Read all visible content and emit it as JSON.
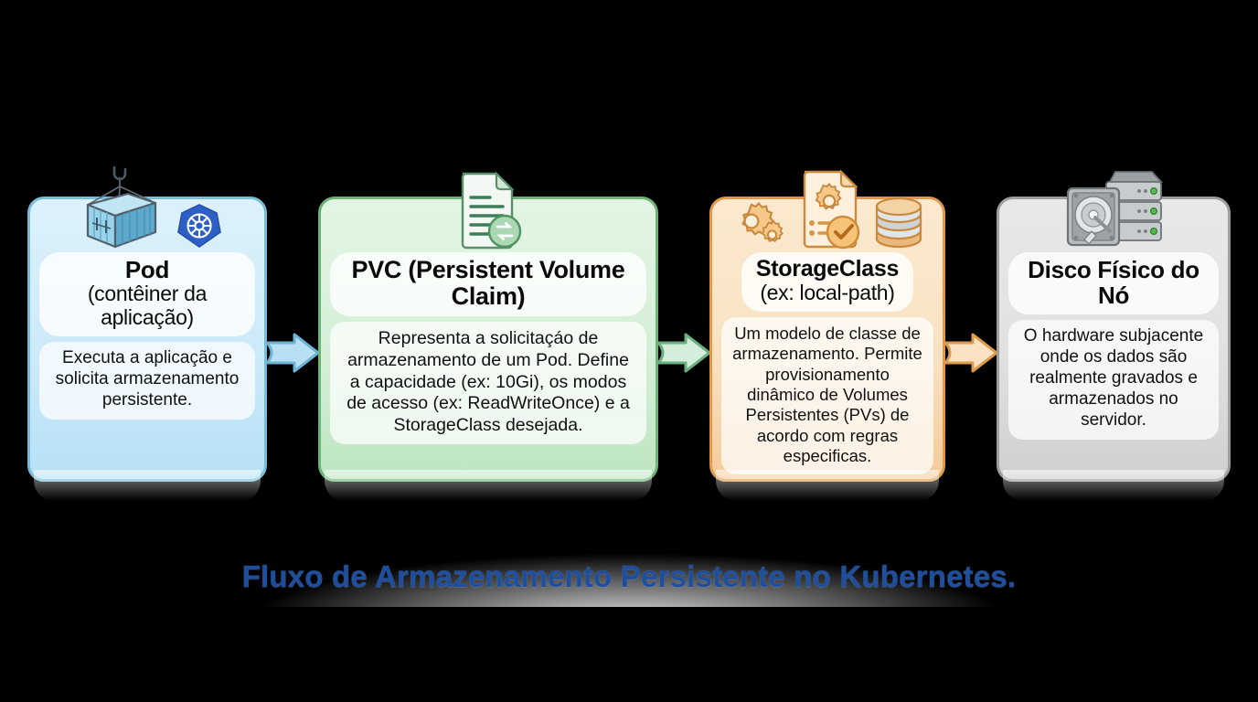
{
  "theme": {
    "background": "#000000",
    "caption_color": "#1f4e9c",
    "card_colors": [
      "#cdeaf9",
      "#d5efd7",
      "#f8e2c2",
      "#e1e1e1"
    ],
    "card_border_colors": [
      "#79bdd9",
      "#6cb377",
      "#e09a4e",
      "#9e9e9e"
    ],
    "arrow_colors": [
      "#aad8ef",
      "#a8d8b4",
      "#f7d3a8"
    ]
  },
  "diagram": {
    "caption": "Fluxo de Armazenamento Persistente no Kubernetes.",
    "steps": [
      {
        "id": "pod",
        "title": "Pod",
        "subtitle": "(contêiner da aplicação)",
        "body": "Executa a aplicação e solicita armazenamento persistente.",
        "icons": [
          "shipping-container-icon",
          "kubernetes-helm-icon"
        ]
      },
      {
        "id": "pvc",
        "title": "PVC (Persistent Volume Claim)",
        "subtitle": "",
        "body": "Representa a solicitaçáo de armazenamento de um Pod. Define a capacidade (ex: 10Gi), os modos de acesso (ex: ReadWriteOnce) e a StorageClass desejada.",
        "icons": [
          "document-sync-icon"
        ]
      },
      {
        "id": "storageclass",
        "title": "StorageClass",
        "subtitle": "(ex: local-path)",
        "body": "Um modelo de classe de armazenamento. Permite provisionamento dinâmico de Volumes Persistentes (PVs) de acordo com regras especificas.",
        "icons": [
          "gears-icon",
          "document-gear-check-icon",
          "database-stack-icon"
        ]
      },
      {
        "id": "physical-disk",
        "title": "Disco Físico do Nó",
        "subtitle": "",
        "body": "O hardware subjacente onde os dados são realmente gravados e armazenados no servidor.",
        "icons": [
          "hard-disk-icon",
          "server-rack-icon"
        ]
      }
    ],
    "arrows": [
      {
        "id": "arrow-pod-to-pvc",
        "label": ""
      },
      {
        "id": "arrow-pvc-to-storageclass",
        "label": ""
      },
      {
        "id": "arrow-storageclass-to-disk",
        "label": ""
      }
    ]
  }
}
